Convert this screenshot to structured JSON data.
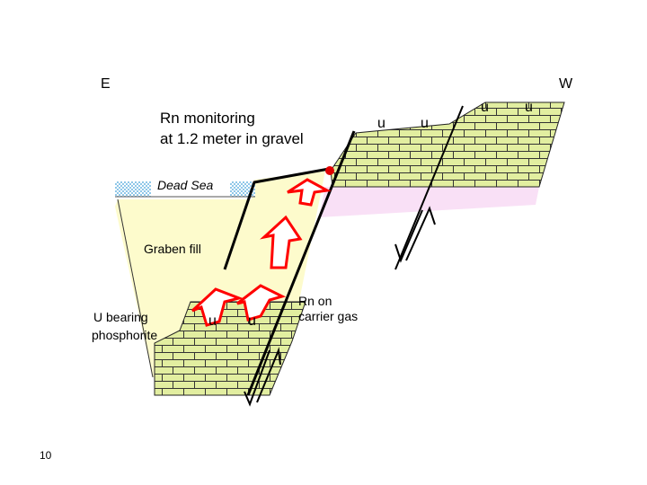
{
  "labels": {
    "east": "E",
    "west": "W",
    "monitoring_line1": "Rn monitoring",
    "monitoring_line2": "at 1.2 meter in gravel",
    "dead_sea": "Dead Sea",
    "graben_fill": "Graben fill",
    "u_bearing_line1": "U bearing",
    "u_bearing_line2": "phosphorite",
    "rn_carrier_line1": "Rn on",
    "rn_carrier_line2": "carrier gas",
    "u": "u",
    "page_number": "10"
  },
  "colors": {
    "limestone": "#e2eea0",
    "brick_line": "#333333",
    "graben_fill": "#fdfbcc",
    "pink_layer": "#f9e0f6",
    "dead_sea_water": "#bfe3f5",
    "arrow_outline": "#ff0000",
    "fault_line": "#000000",
    "sensor_dot": "#e00000"
  }
}
